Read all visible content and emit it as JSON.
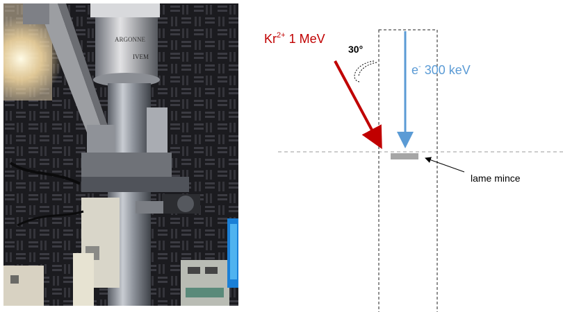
{
  "photo": {
    "description_icon": "electron-microscope-photo",
    "column_inscription": [
      "ARGONNE",
      "IVEM"
    ]
  },
  "diagram": {
    "ion_beam": {
      "species": "Kr",
      "charge": "2+",
      "energy": "1 MeV",
      "color": "#c00000"
    },
    "angle_label": "30°",
    "electron_beam": {
      "symbol": "e",
      "charge": "-",
      "energy": "300 keV",
      "color": "#5b9bd5"
    },
    "sample_label": "lame mince",
    "sample_color": "#a6a6a6"
  }
}
